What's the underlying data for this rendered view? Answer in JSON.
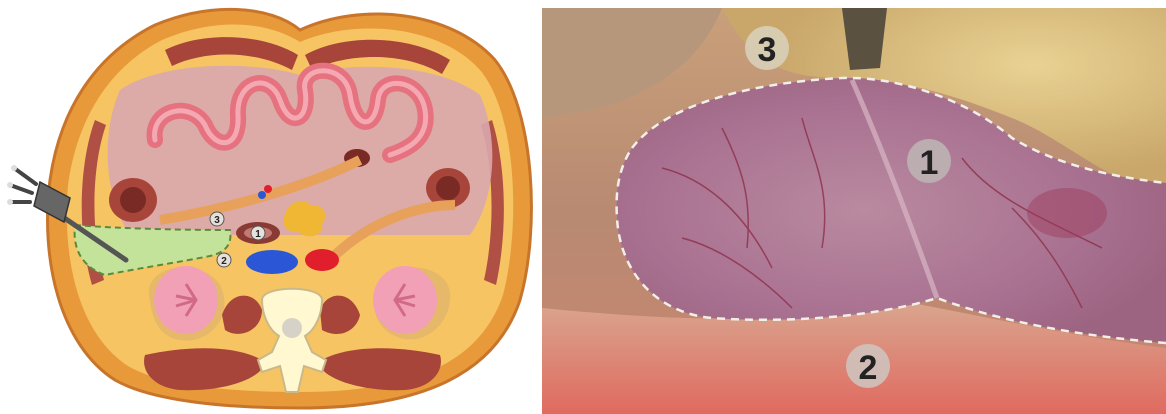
{
  "diagram": {
    "labels": [
      {
        "id": "label-1",
        "text": "1"
      },
      {
        "id": "label-2",
        "text": "2"
      },
      {
        "id": "label-3",
        "text": "3"
      }
    ],
    "colors": {
      "body_outer": "#F2A93B",
      "body_fill": "#F6C463",
      "muscle": "#A8453A",
      "liver": "#C99BA4",
      "bowel": "#E5727E",
      "kidney": "#F2A0B5",
      "vein": "#2B57D6",
      "artery": "#E01E2C",
      "fat": "#F0B735",
      "green_zone": "#C3E39A",
      "spine": "#FFF8D0"
    }
  },
  "photo": {
    "labels": [
      {
        "id": "photo-label-1",
        "text": "1"
      },
      {
        "id": "photo-label-2",
        "text": "2"
      },
      {
        "id": "photo-label-3",
        "text": "3"
      }
    ]
  }
}
